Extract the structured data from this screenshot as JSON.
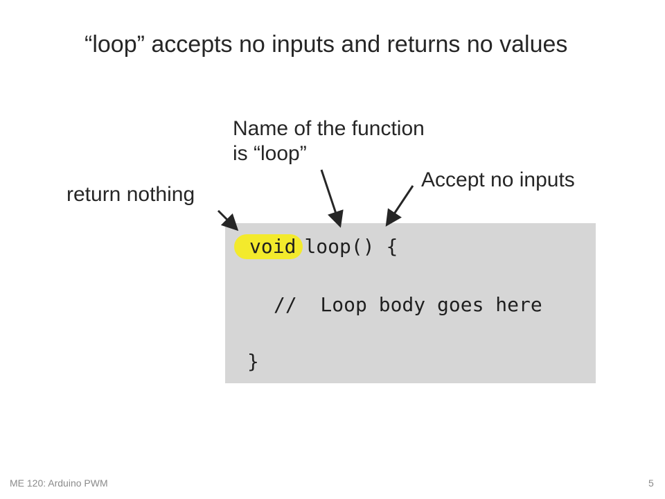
{
  "slide": {
    "title": "“loop” accepts no inputs and returns no values",
    "annotations": {
      "function_name_line1": "Name of the function",
      "function_name_line2": "is “loop”",
      "accept_inputs": "Accept no inputs",
      "return_nothing": "return nothing"
    },
    "code": {
      "keyword": "void",
      "signature_rest": "loop() {",
      "comment": "//  Loop body goes here",
      "closing": "}"
    },
    "colors": {
      "highlight": "#f3ea2c",
      "code_background": "#d6d6d6",
      "text": "#262626",
      "footer": "#8a8a8a"
    },
    "footer": {
      "course": "ME 120: Arduino PWM",
      "page_number": "5"
    }
  }
}
